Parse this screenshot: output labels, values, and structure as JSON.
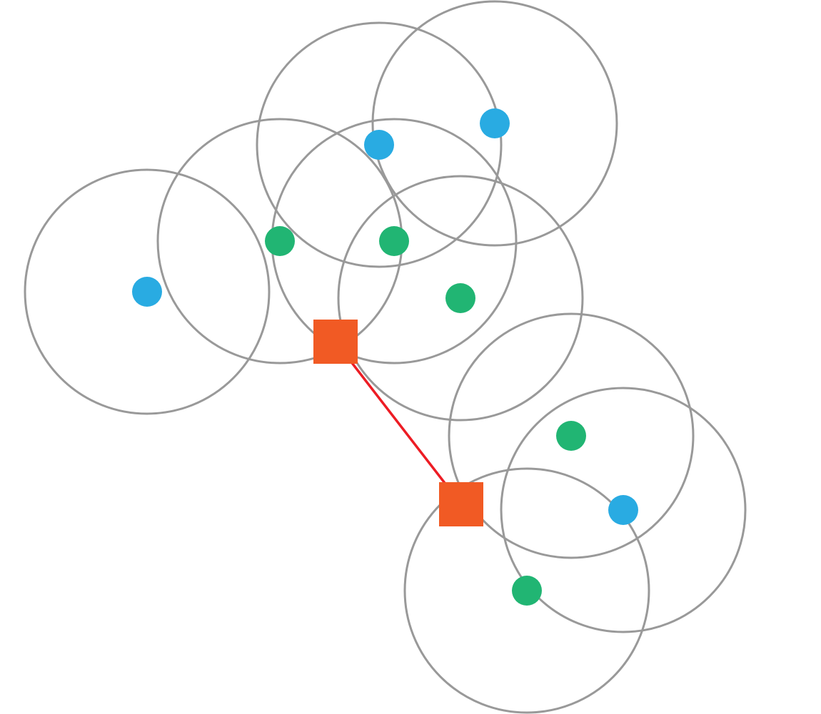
{
  "colors": {
    "range_circle": "#999999",
    "blue_node": "#29abe2",
    "green_node": "#21b573",
    "square_node": "#f15a24",
    "link": "#ed1c24"
  },
  "nodes": [
    {
      "kind": "blue"
    },
    {
      "kind": "green"
    },
    {
      "kind": "blue"
    },
    {
      "kind": "blue"
    },
    {
      "kind": "green"
    },
    {
      "kind": "green"
    },
    {
      "kind": "green"
    },
    {
      "kind": "blue"
    },
    {
      "kind": "green"
    }
  ],
  "squares": [
    {
      "kind": "square"
    },
    {
      "kind": "square"
    }
  ],
  "links": [
    {
      "from": 0,
      "to": 1
    }
  ]
}
